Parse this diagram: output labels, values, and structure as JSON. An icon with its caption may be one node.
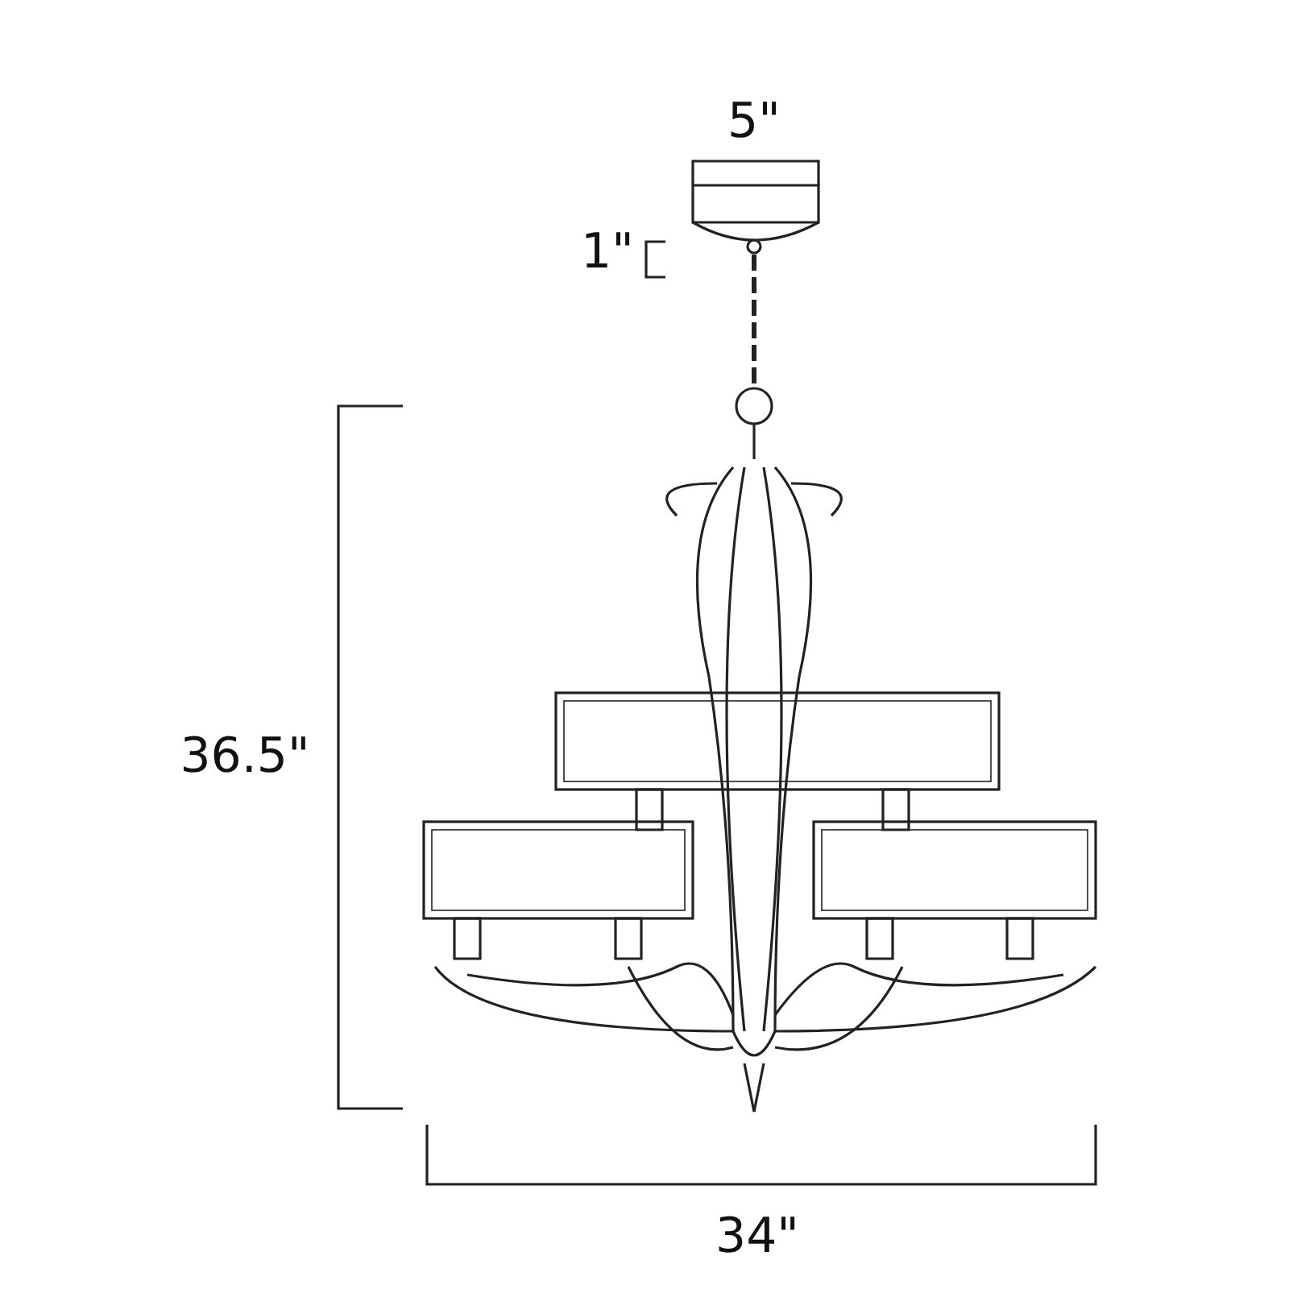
{
  "diagram": {
    "labels": [
      "5\"",
      "1\"",
      "36.5\"",
      "34\""
    ]
  }
}
